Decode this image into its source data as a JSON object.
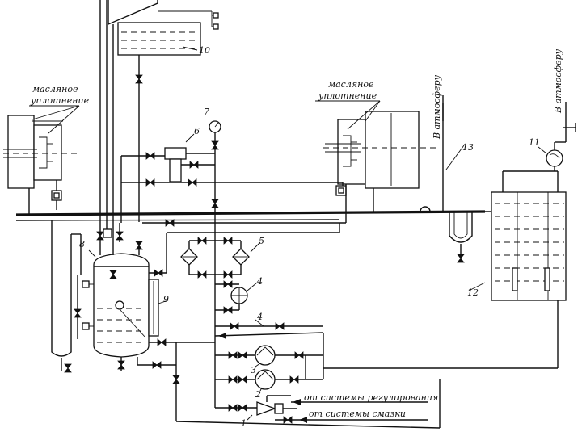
{
  "labels": {
    "oil_seal_left": "масляное\nуплотнение",
    "oil_seal_right": "масляное\nуплотнение",
    "to_atmosphere_1": "В атмосферу",
    "to_atmosphere_2": "В атмосферу",
    "from_regulation": "от системы регулирования",
    "from_lubrication": "от системы смазки"
  },
  "numbers": {
    "n1": "1",
    "n2": "2",
    "n3": "3",
    "n4": "4",
    "n5": "5",
    "n6": "6",
    "n7": "7",
    "n8": "8",
    "n9": "9",
    "n10": "10",
    "n11": "11",
    "n12": "12",
    "n13": "13"
  }
}
